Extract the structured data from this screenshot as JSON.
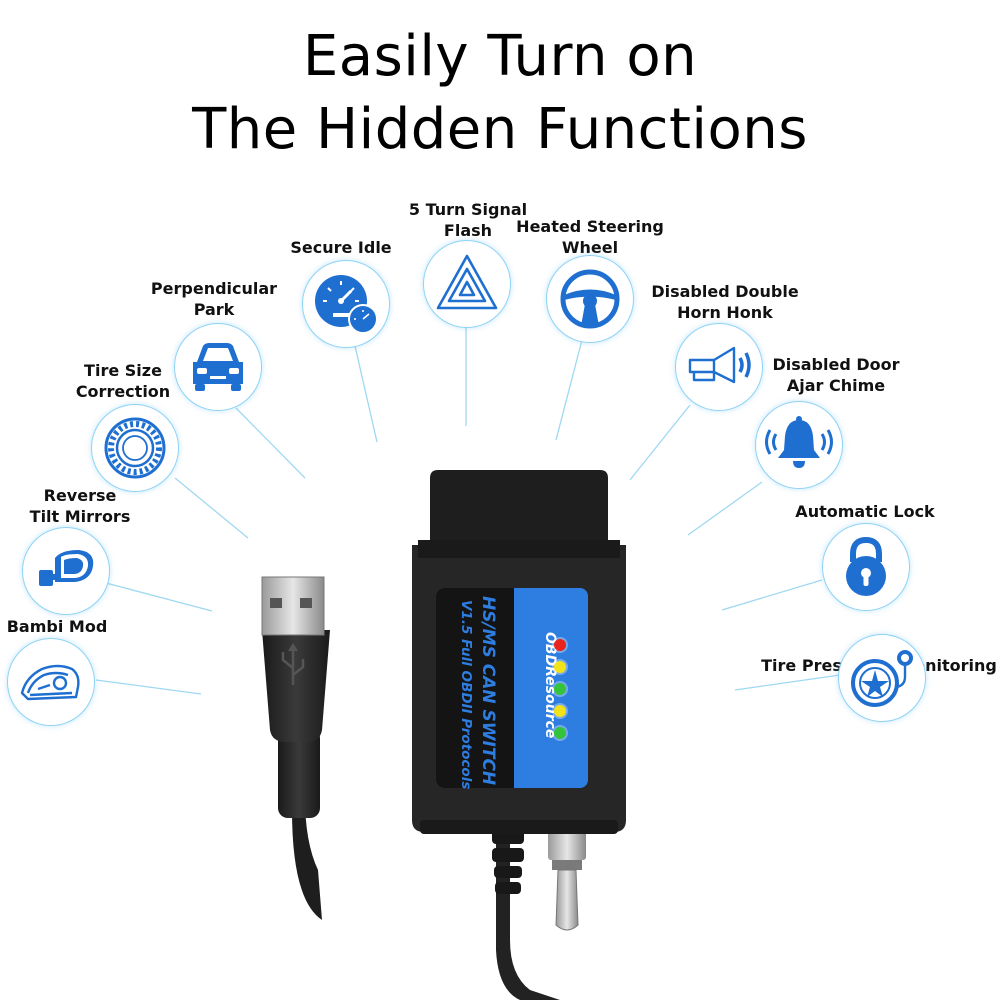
{
  "heading": {
    "line1": "Easily Turn on",
    "line2": "The Hidden Functions"
  },
  "features": [
    {
      "line1": "5 Turn Signal",
      "line2": "Flash",
      "icon": "hazard-triangle-icon"
    },
    {
      "line1": "Heated Steering",
      "line2": "Wheel",
      "icon": "steering-wheel-icon"
    },
    {
      "line1": "Secure Idle",
      "line2": "",
      "icon": "speedometer-icon"
    },
    {
      "line1": "Perpendicular",
      "line2": "Park",
      "icon": "car-icon"
    },
    {
      "line1": "Disabled Double",
      "line2": "Horn Honk",
      "icon": "horn-icon"
    },
    {
      "line1": "Disabled Door",
      "line2": "Ajar Chime",
      "icon": "bell-icon"
    },
    {
      "line1": "Tire Size",
      "line2": "Correction",
      "icon": "tire-icon"
    },
    {
      "line1": "Reverse",
      "line2": "Tilt Mirrors",
      "icon": "side-mirror-icon"
    },
    {
      "line1": "Bambi Mod",
      "line2": "",
      "icon": "headlight-icon"
    },
    {
      "line1": "Automatic Lock",
      "line2": "",
      "icon": "padlock-icon"
    },
    {
      "line1": "Tire Pressure   Monitoring",
      "line2": "",
      "icon": "tire-pressure-icon"
    }
  ],
  "device": {
    "label_main": "HS/MS CAN SWITCH",
    "label_sub": "V1.5 Full OBDII Protocols",
    "brand": "OBDResource",
    "led_colors": [
      "#e8241c",
      "#f2e21a",
      "#35c33c",
      "#f2e21a",
      "#35c33c"
    ],
    "label_color": "#2e7de0"
  },
  "colors": {
    "accent": "#1f6fd1",
    "ring": "#8fd3f4",
    "line": "#9fd8f2"
  }
}
